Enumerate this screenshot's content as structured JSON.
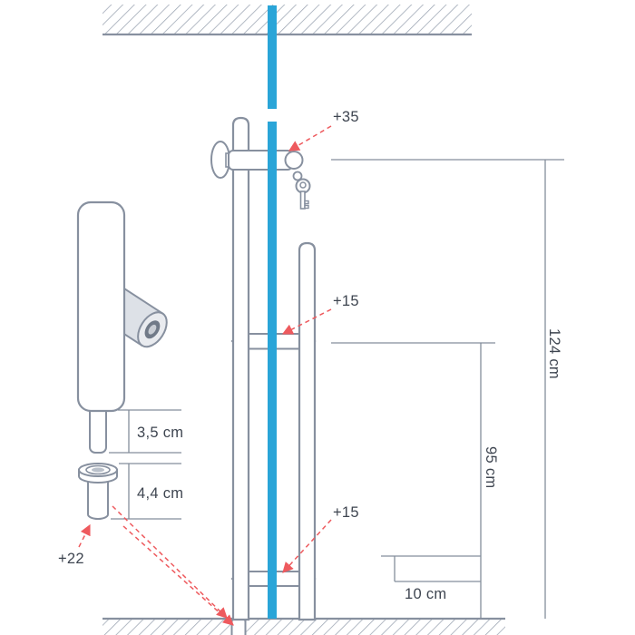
{
  "diagram": {
    "type": "technical-drawing",
    "subject": "glass-door pull handle with lock - installation dimensions",
    "annotations": {
      "lock": "+35",
      "mid_connector": "+15",
      "bottom_connector": "+15",
      "floor_socket": "+22"
    },
    "dimensions": {
      "total_height": "124 cm",
      "handle_height": "95 cm",
      "bottom_connector_offset": "10 cm",
      "pin_length": "3,5 cm",
      "bushing_depth": "4,4 cm"
    },
    "colors": {
      "outline_gray": "#87909f",
      "glass_blue": "#2aa5d8",
      "leader_red": "#ee5a5e",
      "text_dark": "#3e4550",
      "hatch_gray": "#9aa3b1",
      "metal_fill": "#dde1e7"
    }
  }
}
